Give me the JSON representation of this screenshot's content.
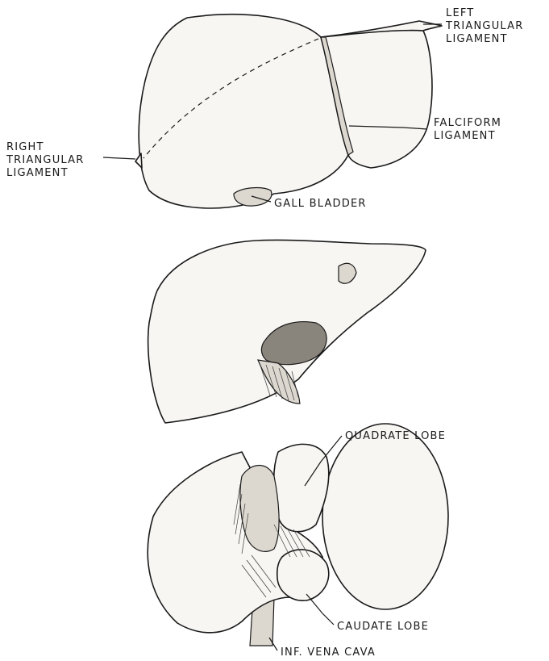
{
  "labels": {
    "left_triangular_ligament": [
      "LEFT",
      "TRIANGULAR",
      "LIGAMENT"
    ],
    "falciform_ligament": [
      "FALCIFORM",
      "LIGAMENT"
    ],
    "right_triangular_ligament": [
      "RIGHT",
      "TRIANGULAR",
      "LIGAMENT"
    ],
    "gall_bladder": "GALL BLADDER",
    "quadrate_lobe": "QUADRATE LOBE",
    "caudate_lobe": "CAUDATE LOBE",
    "inf_vena_cava": "INF. VENA CAVA"
  },
  "colors": {
    "ink": "#1a1a1a",
    "paper": "#ffffff",
    "liver": "#f7f6f3",
    "shadow": "#dcd8d0"
  }
}
